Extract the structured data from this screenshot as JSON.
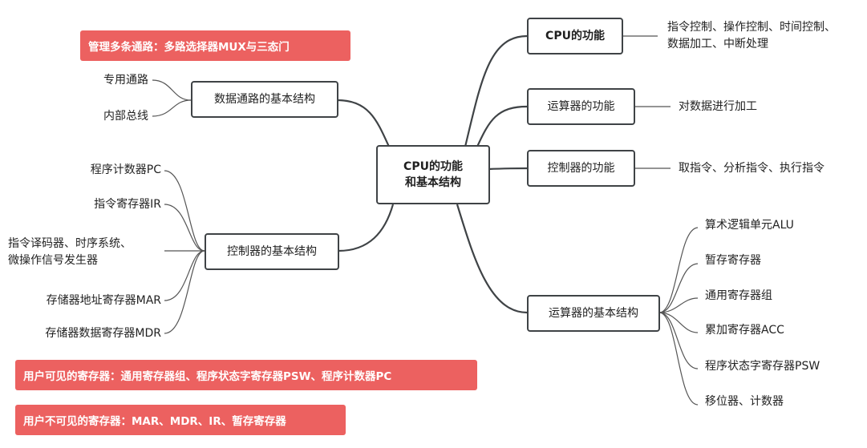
{
  "center": {
    "line1": "CPU的功能",
    "line2": "和基本结构"
  },
  "notes": {
    "mux": "管理多条通路：多路选择器MUX与三态门",
    "visible_regs": "用户可见的寄存器：通用寄存器组、程序状态字寄存器PSW、程序计数器PC",
    "invisible_regs": "用户不可见的寄存器：MAR、MDR、IR、暂存寄存器"
  },
  "left": {
    "datapath": {
      "label": "数据通路的基本结构",
      "leaves": [
        "专用通路",
        "内部总线"
      ]
    },
    "controller_struct": {
      "label": "控制器的基本结构",
      "leaves": [
        "程序计数器PC",
        "指令寄存器IR",
        "指令译码器、时序系统、",
        "微操作信号发生器",
        "存储器地址寄存器MAR",
        "存储器数据寄存器MDR"
      ]
    }
  },
  "right": {
    "cpu_func": {
      "label": "CPU的功能",
      "leaf_line1": "指令控制、操作控制、时间控制、",
      "leaf_line2": "数据加工、中断处理"
    },
    "alu_func": {
      "label": "运算器的功能",
      "leaf": "对数据进行加工"
    },
    "ctrl_func": {
      "label": "控制器的功能",
      "leaf": "取指令、分析指令、执行指令"
    },
    "alu_struct": {
      "label": "运算器的基本结构",
      "leaves": [
        "算术逻辑单元ALU",
        "暂存寄存器",
        "通用寄存器组",
        "累加寄存器ACC",
        "程序状态字寄存器PSW",
        "移位器、计数器"
      ]
    }
  }
}
